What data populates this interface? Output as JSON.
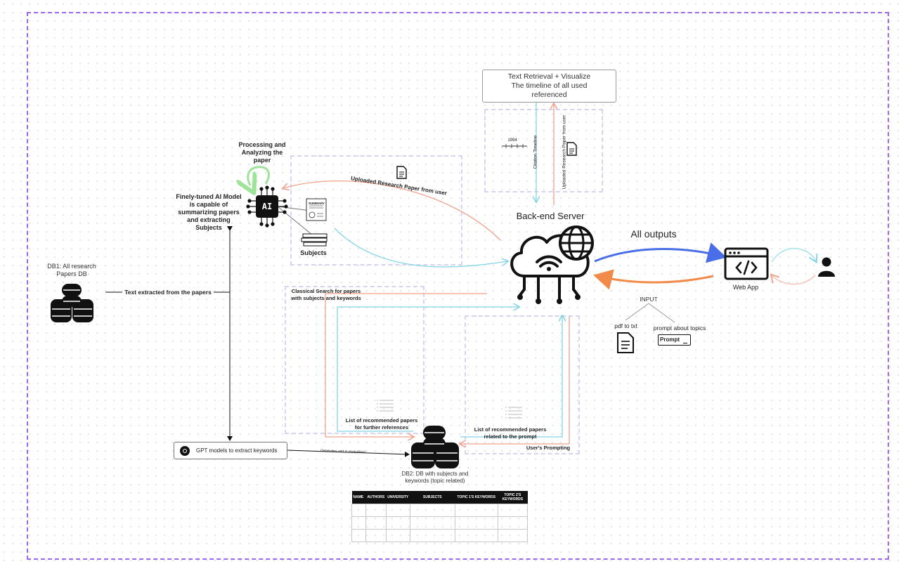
{
  "labels": {
    "retrieval_box": "Text Retrieval + Visualize\nThe timeline of all used\nreferenced",
    "citation_timeline": "Citation Timeline",
    "uploaded_vertical": "Uploaded Research Paper from user",
    "year": "1994",
    "backend": "Back-end Server",
    "all_outputs": "All outputs",
    "web_app": "Web  App",
    "input": "INPUT",
    "pdf_to_txt": "pdf to txt",
    "prompt_about_topics": "prompt about topics",
    "prompt_button": "Prompt",
    "processing": "Processing and\nAnalyzing the\npaper",
    "ai_chip": "AI",
    "ai_model": "Finely-tuned AI Model\nis capable of\nsummarizing papers\nand extracting\nSubjects",
    "uploaded_diagonal": "Uploaded Research Paper from user",
    "summary": "SUMMARY",
    "subjects": "Subjects",
    "db1": "DB1: All research\nPapers DB",
    "text_extracted": "Text extracted from the papers",
    "classical_search": "Classical Search for papers\nwith subjects and keywords",
    "list_further": "List of recommended papers\nfor further references",
    "list_prompt": "List of recommended papers\nrelated to the prompt",
    "users_prompting": "User's Prompting",
    "gpt": "GPT  models to extract keywords",
    "generates": "Generates and is centralized",
    "db2": "DB2: DB with subjects and\nkeywords (topic related)"
  },
  "table": {
    "headers": [
      "NAME",
      "AUTHORS",
      "UNIVERSITY",
      "SUBJECTS",
      "TOPIC 1'S KEYWORDS",
      "TOPIC 2'S KEYWORDS"
    ],
    "rows": 3
  },
  "colors": {
    "frame": "#9a6ae8",
    "cyan": "#84d4e6",
    "salmon": "#f2a28e",
    "blue_arrow": "#4a6ee8",
    "orange_arrow": "#f28a4a",
    "green_loop": "#9de39a",
    "dashed_box": "#d5d5f2"
  }
}
